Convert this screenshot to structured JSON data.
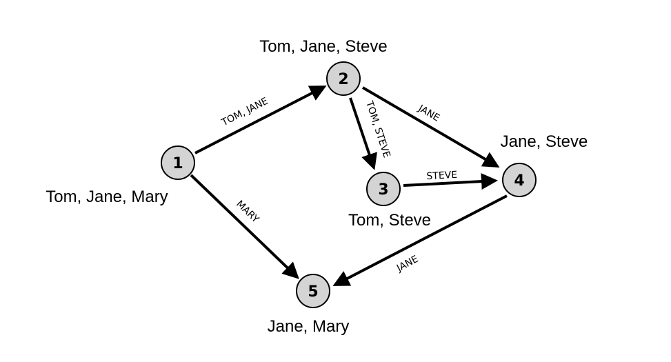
{
  "nodes": [
    {
      "id": "1",
      "label": "1",
      "caption": "Tom, Jane, Mary"
    },
    {
      "id": "2",
      "label": "2",
      "caption": "Tom, Jane, Steve"
    },
    {
      "id": "3",
      "label": "3",
      "caption": "Tom, Steve"
    },
    {
      "id": "4",
      "label": "4",
      "caption": "Jane, Steve"
    },
    {
      "id": "5",
      "label": "5",
      "caption": "Jane, Mary"
    }
  ],
  "edges": [
    {
      "from": "1",
      "to": "2",
      "label": "TOM, JANE"
    },
    {
      "from": "1",
      "to": "5",
      "label": "MARY"
    },
    {
      "from": "2",
      "to": "3",
      "label": "TOM, STEVE"
    },
    {
      "from": "2",
      "to": "4",
      "label": "JANE"
    },
    {
      "from": "3",
      "to": "4",
      "label": "STEVE"
    },
    {
      "from": "4",
      "to": "5",
      "label": "JANE"
    }
  ],
  "colors": {
    "node_fill": "#d4d4d4",
    "stroke": "#000000"
  }
}
